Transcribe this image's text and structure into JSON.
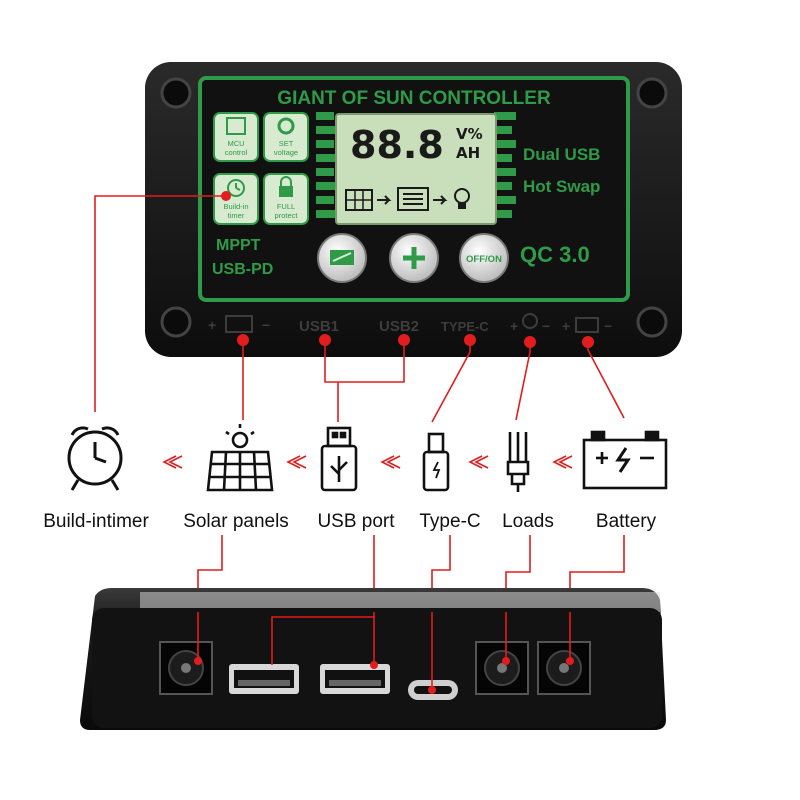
{
  "controller": {
    "title": "GIANT OF SUN CONTROLLER",
    "tiles": {
      "mcu": "MCU control",
      "set": "SET voltage",
      "timer": "Build-in timer",
      "protect": "FULL protect"
    },
    "lcd": {
      "digits": "88.8",
      "unit_top": "V%",
      "unit_bottom": "AH"
    },
    "features": {
      "dual_usb": "Dual USB",
      "hot_swap": "Hot Swap",
      "qc": "QC 3.0",
      "mppt": "MPPT",
      "usbpd": "USB-PD"
    },
    "buttons": {
      "onoff": "OFF/ON"
    },
    "port_labels": {
      "usb1": "USB1",
      "usb2": "USB2",
      "typec": "TYPE-C"
    }
  },
  "legend": {
    "timer": "Build-intimer",
    "solar": "Solar panels",
    "usb": "USB port",
    "typec": "Type-C",
    "loads": "Loads",
    "battery": "Battery"
  },
  "colors": {
    "accent_red": "#e11d1d",
    "panel_green": "#2f9b48",
    "lcd_green": "#c9dfbb",
    "body_black": "#151515"
  },
  "icons": [
    "alarm-clock-icon",
    "solar-panel-icon",
    "usb-plug-icon",
    "type-c-plug-icon",
    "light-bulb-icon",
    "battery-icon",
    "chevron-left-icon"
  ]
}
